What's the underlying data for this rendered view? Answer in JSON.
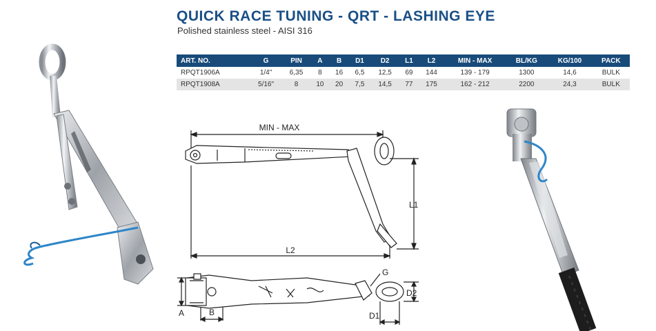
{
  "header": {
    "title": "QUICK RACE TUNING - QRT - LASHING EYE",
    "subtitle": "Polished stainless steel - AISI 316"
  },
  "table": {
    "columns": [
      "ART. NO.",
      "G",
      "PIN",
      "A",
      "B",
      "D1",
      "D2",
      "L1",
      "L2",
      "MIN - MAX",
      "BL/KG",
      "KG/100",
      "PACK"
    ],
    "rows": [
      [
        "RPQT1906A",
        "1/4\"",
        "6,35",
        "8",
        "16",
        "6,5",
        "12,5",
        "69",
        "144",
        "139 - 179",
        "1300",
        "14,6",
        "BULK"
      ],
      [
        "RPQT1908A",
        "5/16\"",
        "8",
        "10",
        "20",
        "7,5",
        "14,5",
        "77",
        "175",
        "162 - 212",
        "2200",
        "24,3",
        "BULK"
      ]
    ]
  },
  "diagram": {
    "labels": {
      "min_max": "MIN - MAX",
      "l1": "L1",
      "l2": "L2",
      "g": "G",
      "d2": "D2",
      "d1": "D1",
      "a": "A",
      "b": "B"
    }
  },
  "colors": {
    "brand_blue": "#1a4f86",
    "header_bg": "#184b7a",
    "row_alt": "#e4e4e4",
    "rope_blue": "#2e86c8"
  }
}
